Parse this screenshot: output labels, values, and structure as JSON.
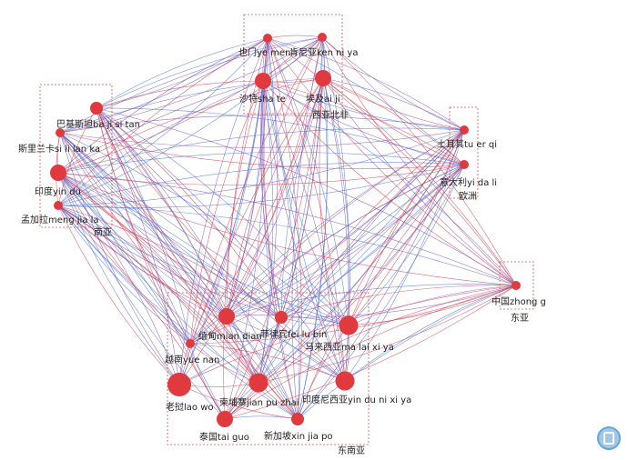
{
  "colors": {
    "node": "#e0393e",
    "edge_red": "#d4344a",
    "edge_blue": "#4a6fd6",
    "edge_purple": "#7a4fb0",
    "group_box": "#d9534f"
  },
  "groups": [
    {
      "id": "middle-east",
      "label": "西亚北非"
    },
    {
      "id": "south-asia",
      "label": "南亚"
    },
    {
      "id": "europe",
      "label": "欧洲"
    },
    {
      "id": "east-asia",
      "label": "东亚"
    },
    {
      "id": "southeast-asia",
      "label": "东南亚"
    }
  ],
  "nodes": [
    {
      "id": "yemen",
      "label": "也门ye men",
      "group": "middle-east",
      "size": 1
    },
    {
      "id": "kenya",
      "label": "肯尼亚ken ni ya",
      "group": "middle-east",
      "size": 1
    },
    {
      "id": "saudi",
      "label": "沙特sha te",
      "group": "middle-east",
      "size": 3
    },
    {
      "id": "egypt",
      "label": "埃及ai ji",
      "group": "middle-east",
      "size": 3
    },
    {
      "id": "pakistan",
      "label": "巴基斯坦ba ji si tan",
      "group": "south-asia",
      "size": 2
    },
    {
      "id": "srilanka",
      "label": "斯里兰卡si li lan ka",
      "group": "south-asia",
      "size": 1
    },
    {
      "id": "india",
      "label": "印度yin du",
      "group": "south-asia",
      "size": 3
    },
    {
      "id": "bangladesh",
      "label": "孟加拉meng jia la",
      "group": "south-asia",
      "size": 1
    },
    {
      "id": "turkey",
      "label": "土耳其tu er qi",
      "group": "europe",
      "size": 1
    },
    {
      "id": "italy",
      "label": "意大利yi da li",
      "group": "europe",
      "size": 1
    },
    {
      "id": "china",
      "label": "中国zhong g",
      "group": "east-asia",
      "size": 1
    },
    {
      "id": "myanmar",
      "label": "缅甸mian dian",
      "group": "southeast-asia",
      "size": 3
    },
    {
      "id": "philippines",
      "label": "菲律宾fei lu bin",
      "group": "southeast-asia",
      "size": 2
    },
    {
      "id": "malaysia",
      "label": "马来西亚ma lai xi ya",
      "group": "southeast-asia",
      "size": 4
    },
    {
      "id": "vietnam",
      "label": "越南yue nan",
      "group": "southeast-asia",
      "size": 1
    },
    {
      "id": "laos",
      "label": "老挝lao wo",
      "group": "southeast-asia",
      "size": 5
    },
    {
      "id": "cambodia",
      "label": "柬埔寨jian pu zhai",
      "group": "southeast-asia",
      "size": 4
    },
    {
      "id": "indonesia",
      "label": "印度尼西亚yin du ni xi ya",
      "group": "southeast-asia",
      "size": 4
    },
    {
      "id": "thailand",
      "label": "泰国tai guo",
      "group": "southeast-asia",
      "size": 3
    },
    {
      "id": "singapore",
      "label": "新加坡xin jia po",
      "group": "southeast-asia",
      "size": 2
    }
  ]
}
